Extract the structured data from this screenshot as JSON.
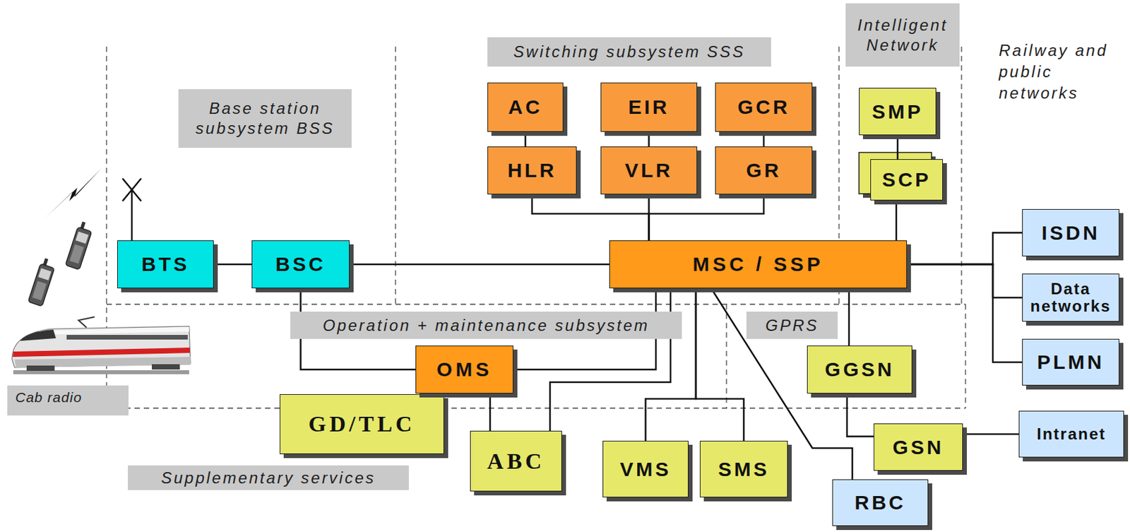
{
  "diagram": {
    "nodes": [
      {
        "text": [
          "Intelligent Network"
        ]
      },
      {
        "text": [
          "Switching subsystem SSS"
        ]
      },
      {
        "text": [
          "Base station subsystem BSS"
        ]
      },
      {
        "text": [
          "AC"
        ]
      },
      {
        "text": [
          "EIR"
        ]
      },
      {
        "text": [
          "GCR"
        ]
      },
      {
        "text": [
          "SMP"
        ]
      },
      {
        "text": [
          "HLR"
        ]
      },
      {
        "text": [
          "VLR"
        ]
      },
      {
        "text": [
          "GR"
        ]
      },
      {
        "text": [
          "SCP"
        ]
      },
      {
        "text": [
          "ISDN"
        ]
      },
      {
        "text": [
          "BTS"
        ]
      },
      {
        "text": [
          "BSC"
        ]
      },
      {
        "text": [
          "MSC / SSP"
        ]
      },
      {
        "text": [
          "Data networks"
        ]
      },
      {
        "text": [
          "Operation + maintenance subsystem"
        ]
      },
      {
        "text": [
          "GPRS"
        ]
      },
      {
        "text": [
          "OMS"
        ]
      },
      {
        "text": [
          "GGSN"
        ]
      },
      {
        "text": [
          "PLMN"
        ]
      },
      {
        "text": [
          "GD/TLC"
        ]
      },
      {
        "text": [
          "Cab radio"
        ]
      },
      {
        "text": [
          "Intranet"
        ]
      },
      {
        "text": [
          "GSN"
        ]
      },
      {
        "text": [
          "ABC"
        ]
      },
      {
        "text": [
          "VMS"
        ]
      },
      {
        "text": [
          "SMS"
        ]
      },
      {
        "text": [
          "Supplementary services"
        ]
      },
      {
        "text": [
          "RBC"
        ]
      }
    ],
    "edges": [
      {
        "from": 3,
        "to": 7,
        "arrow": "none"
      },
      {
        "from": 4,
        "to": 8,
        "arrow": "none"
      },
      {
        "from": 5,
        "to": 9,
        "arrow": "none"
      },
      {
        "from": 6,
        "to": 10,
        "arrow": "none"
      },
      {
        "from": 7,
        "to": 14,
        "arrow": "none"
      },
      {
        "from": 8,
        "to": 14,
        "arrow": "none"
      },
      {
        "from": 9,
        "to": 14,
        "arrow": "none"
      },
      {
        "from": 10,
        "to": 14,
        "arrow": "none"
      },
      {
        "from": 12,
        "to": 13,
        "arrow": "none"
      },
      {
        "from": 13,
        "to": 14,
        "arrow": "none"
      },
      {
        "from": 13,
        "to": 18,
        "arrow": "none"
      },
      {
        "from": 14,
        "to": 11,
        "arrow": "none"
      },
      {
        "from": 14,
        "to": 15,
        "arrow": "none"
      },
      {
        "from": 14,
        "to": 20,
        "arrow": "none"
      },
      {
        "from": 14,
        "to": 18,
        "arrow": "none"
      },
      {
        "from": 14,
        "to": 25,
        "arrow": "none"
      },
      {
        "from": 14,
        "to": 26,
        "arrow": "none"
      },
      {
        "from": 14,
        "to": 27,
        "arrow": "none"
      },
      {
        "from": 14,
        "to": 29,
        "arrow": "none"
      },
      {
        "from": 14,
        "to": 19,
        "arrow": "none"
      },
      {
        "from": 19,
        "to": 24,
        "arrow": "none"
      },
      {
        "from": 24,
        "to": 23,
        "arrow": "none"
      },
      {
        "from": 18,
        "to": 25,
        "arrow": "none"
      }
    ],
    "labels": [
      "Railway and public networks"
    ]
  }
}
